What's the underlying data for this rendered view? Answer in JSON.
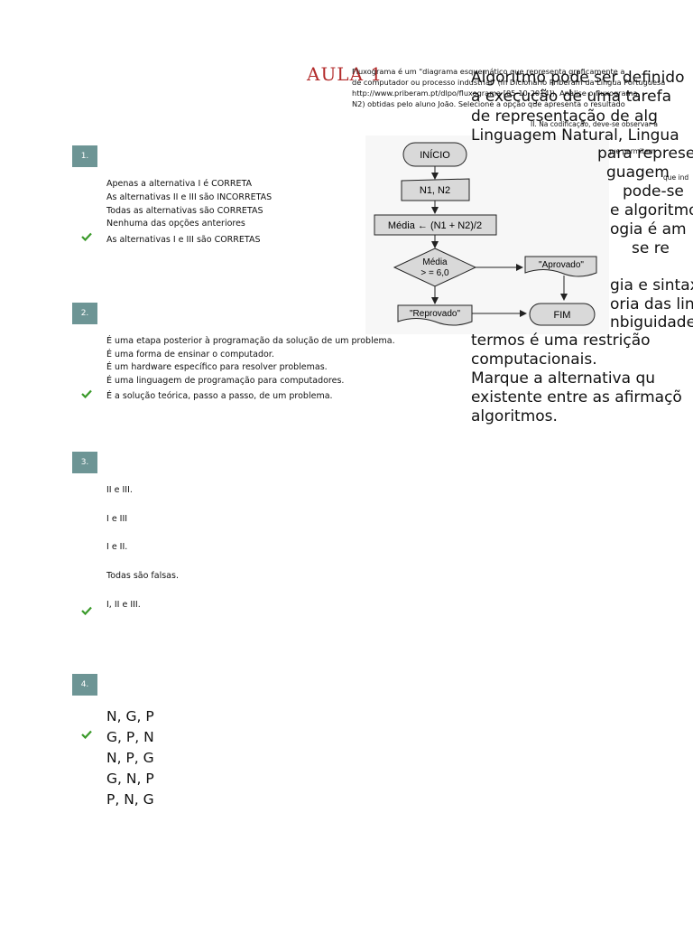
{
  "page_title": "AULA 1",
  "questions": [
    {
      "number": "1.",
      "options": [
        "Apenas a alternativa I é CORRETA",
        "As alternativas II e III são INCORRETAS",
        "Todas as alternativas são CORRETAS",
        "Nenhuma das opções anteriores",
        "As alternativas I e III são CORRETAS"
      ],
      "correct_index": 4
    },
    {
      "number": "2.",
      "options": [
        "É uma etapa posterior à programação da solução de um problema.",
        "É uma forma de ensinar o computador.",
        "É um hardware específico para resolver problemas.",
        "É uma linguagem de programação para computadores.",
        "É a solução teórica, passo a passo, de um problema."
      ],
      "correct_index": 4
    },
    {
      "number": "3.",
      "options": [
        "II e III.",
        "I e III",
        "I e II.",
        "Todas são falsas.",
        "I, II e III."
      ],
      "correct_index": 4
    },
    {
      "number": "4.",
      "options": [
        "N, G, P",
        "G, P, N",
        "N, P, G",
        "G, N, P",
        "P, N, G"
      ],
      "correct_index": 1
    }
  ],
  "overlay_small": {
    "line1": "Fluxograma é um \"diagrama esquemático que representa graficamente a",
    "line2": "de computador ou processo industrial\" (in Dicionário Priberam da Língua Portuguesa",
    "line3": "http://www.priberam.pt/dlpo/fluxograma [05-10-2014]). Analise o fluxograma",
    "line4": "N2) obtidas pelo aluno João. Selecione a opção que apresenta o resultado"
  },
  "overlay_tiny": {
    "line1": "II. Na codificação, deve-se observar a",
    "line2": "programas que permitem",
    "line3": "que ind"
  },
  "flowchart": {
    "inicio": "INÍCIO",
    "input": "N1, N2",
    "calc": "Média ← (N1 + N2)/2",
    "decision_line1": "Média",
    "decision_line2": "> = 6,0",
    "aprovado": "\"Aprovado\"",
    "reprovado": "\"Reprovado\"",
    "fim": "FIM"
  },
  "overlay_big": {
    "l1": "Algoritmo pode ser definido",
    "l2": "a execução de uma tarefa",
    "l3": "de representação de alg",
    "l4": "Linguagem Natural, Lingua",
    "l5": "para represe",
    "l6": "guagem",
    "l7": "pode-se",
    "l8": "e algoritmo",
    "l9": "ogia é am",
    "l10": "se re",
    "l11": "gia e sintax",
    "l12": "oria das lin",
    "l13": "nbiguidade",
    "l14": "termos é uma restrição",
    "l15": "computacionais.",
    "l16": "Marque a alternativa qu",
    "l17": "existente entre as afirmaçõ",
    "l18": "algoritmos."
  }
}
